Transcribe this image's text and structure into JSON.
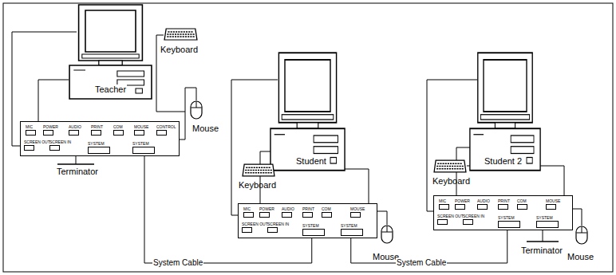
{
  "diagram": {
    "nodes": [
      {
        "text": [
          "MIC",
          "POWER",
          "AUDIO",
          "PRINT",
          "COM",
          "MOUSE",
          "CONTROL",
          "SCREEN OUT",
          "SCREEN IN",
          "SYSTEM",
          "SYSTEM"
        ]
      },
      {
        "text": [
          "MIC",
          "POWER",
          "AUDIO",
          "PRINT",
          "COM",
          "MOUSE",
          "SCREEN OUT",
          "SCREEN IN",
          "SYSTEM",
          "SYSTEM"
        ]
      },
      {
        "text": [
          "MIC",
          "POWER",
          "AUDIO",
          "PRINT",
          "COM",
          "MOUSE",
          "SCREEN OUT",
          "SCREEN IN",
          "SYSTEM",
          "SYSTEM"
        ]
      }
    ],
    "edges": [
      {
        "from": 0,
        "to": 1,
        "arrow": "none",
        "label": "System Cable"
      },
      {
        "from": 1,
        "to": 2,
        "arrow": "none",
        "label": "System Cable"
      }
    ],
    "labels": [
      "Keyboard",
      "Teacher",
      "Mouse",
      "Terminator",
      "Student",
      "Keyboard",
      "Mouse",
      "Student 2",
      "Keyboard",
      "Terminator",
      "Mouse"
    ]
  }
}
